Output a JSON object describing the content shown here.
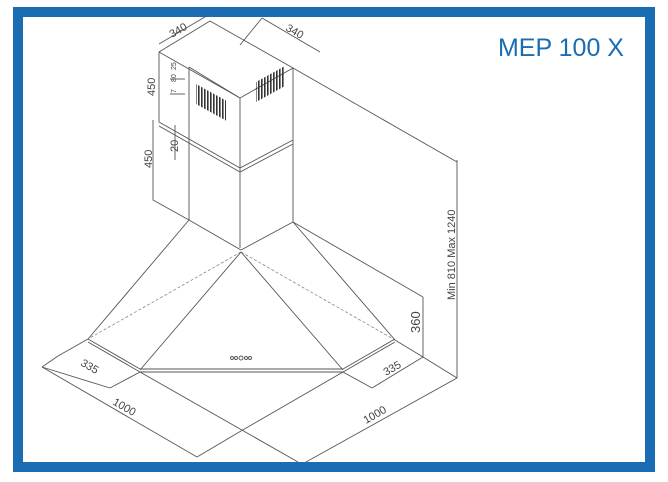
{
  "title": "MEP 100 X",
  "dimensions": {
    "chimney_width_left": "340",
    "chimney_width_right": "340",
    "upper_chimney_height": "450",
    "lower_chimney_height": "450",
    "vent_offset_top": "25",
    "vent_height": "80",
    "vent_gap": "7",
    "overlap": "20",
    "total_height": "Min 810 Max 1240",
    "hood_height": "360",
    "side_depth_left": "335",
    "side_depth_right": "335",
    "width_left": "1000",
    "width_right": "1000"
  },
  "colors": {
    "frame": "#1b6db3",
    "title": "#1b6db3"
  }
}
